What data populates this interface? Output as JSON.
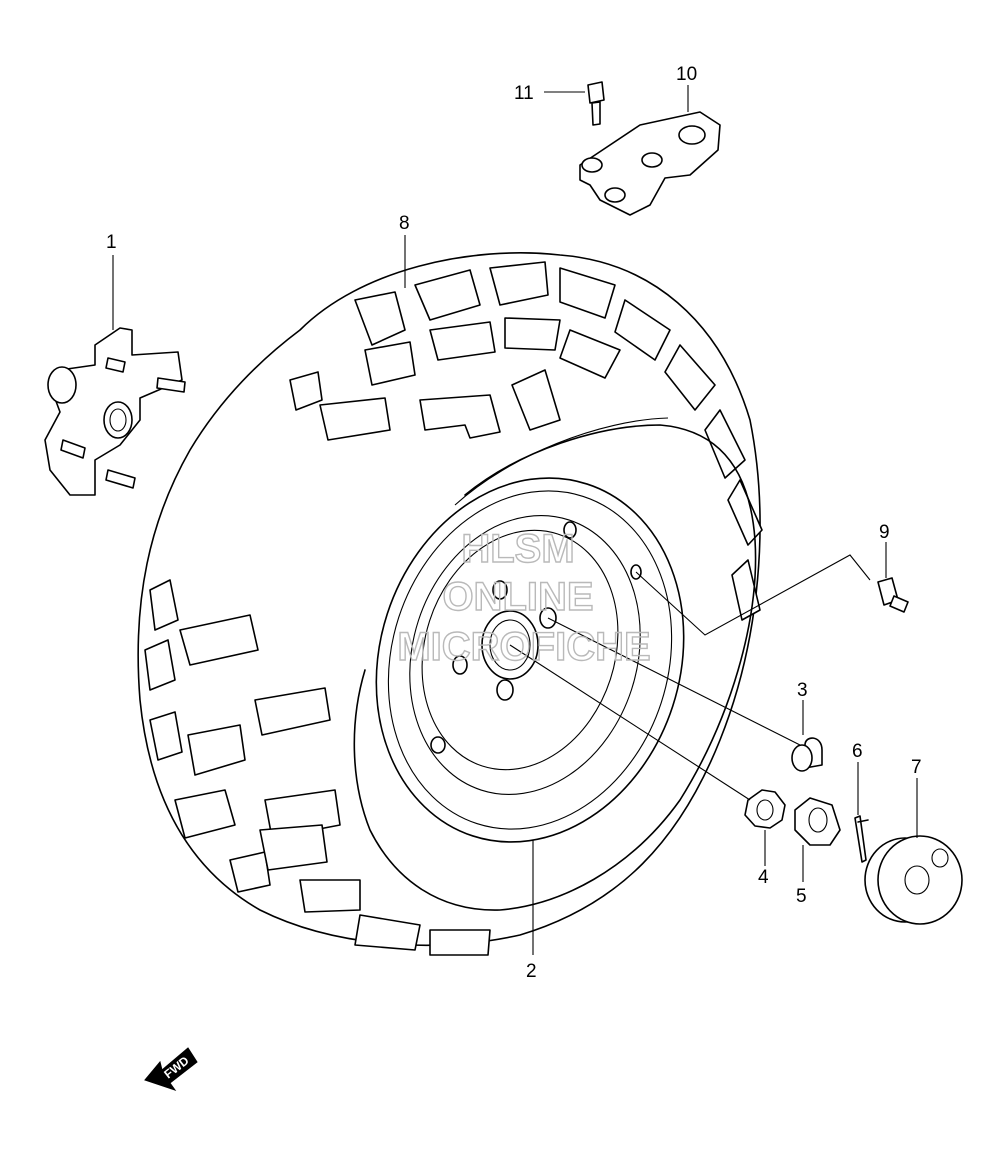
{
  "callouts": {
    "c1": "1",
    "c2": "2",
    "c3": "3",
    "c4": "4",
    "c5": "5",
    "c6": "6",
    "c7": "7",
    "c8": "8",
    "c9": "9",
    "c10": "10",
    "c11": "11"
  },
  "watermark": {
    "line1": "HLSM",
    "line2": "ONLINE",
    "line3": "MICROFICHE"
  },
  "direction": {
    "label": "FWD"
  }
}
